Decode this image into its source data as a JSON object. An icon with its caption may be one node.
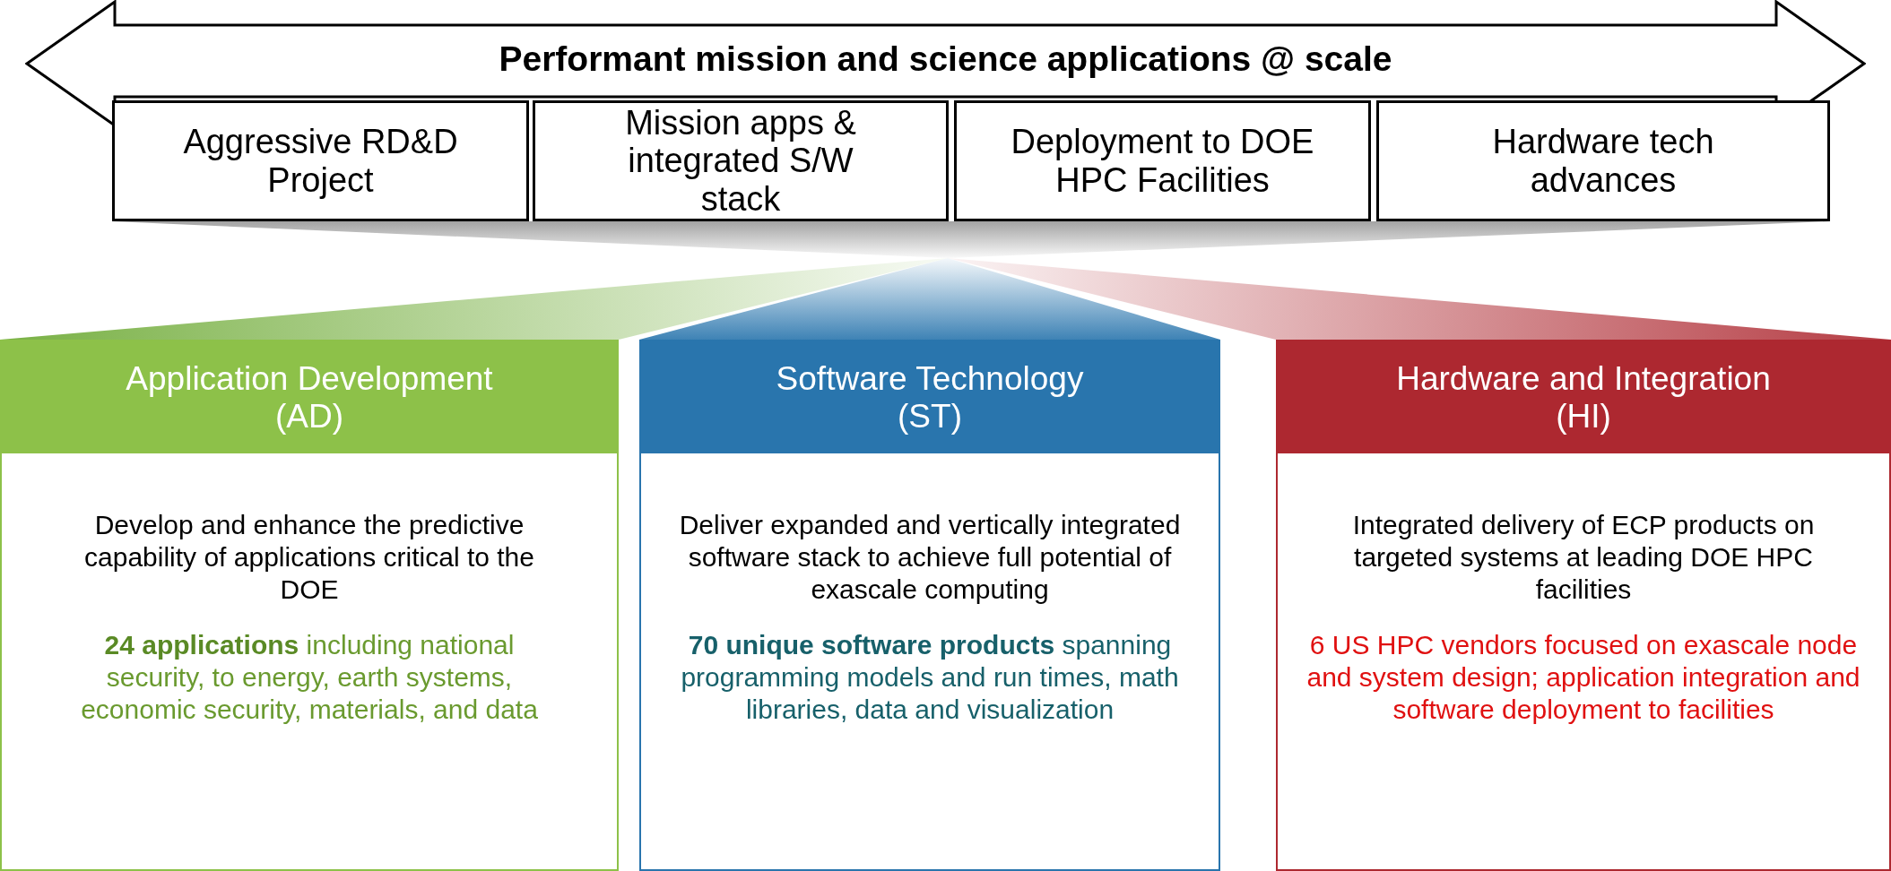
{
  "diagram": {
    "nodes": [
      {
        "text": [
          "Performant mission and science applications @ scale"
        ]
      },
      {
        "text": [
          "Aggressive RD&D Project"
        ]
      },
      {
        "text": [
          "Mission apps & integrated S/W stack"
        ]
      },
      {
        "text": [
          "Deployment to DOE HPC Facilities"
        ]
      },
      {
        "text": [
          "Hardware tech advances"
        ]
      },
      {
        "text": [
          "Application Development (AD)",
          "Develop and enhance the predictive capability of applications critical to the DOE",
          "**24 applications** including national security, to energy, earth systems, economic security, materials, and data"
        ]
      },
      {
        "text": [
          "Software Technology (ST)",
          "Deliver expanded and vertically integrated software stack to achieve full potential of exascale computing",
          "**70 unique software products** spanning programming models and run times, math libraries, data and visualization"
        ]
      },
      {
        "text": [
          "Hardware and Integration (HI)",
          "Integrated delivery of ECP products on targeted systems at leading DOE HPC facilities",
          "6 US HPC vendors focused on exascale node and system design; application integration and software deployment to facilities"
        ]
      }
    ]
  }
}
